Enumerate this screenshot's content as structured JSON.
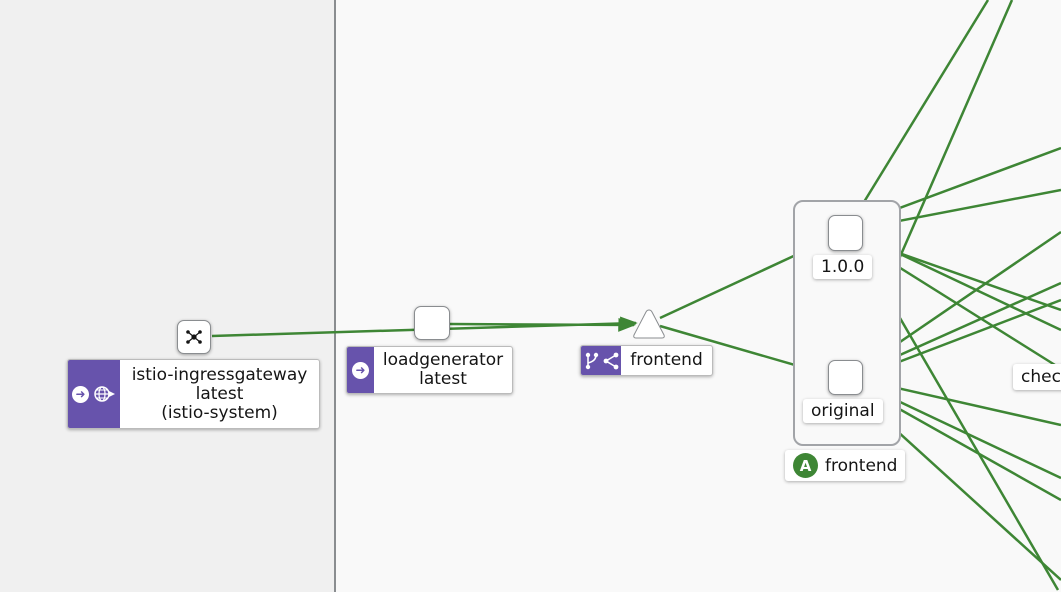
{
  "nodes": {
    "ingress": {
      "line1": "istio-ingressgateway",
      "line2": "latest",
      "line3": "(istio-system)"
    },
    "loadgen": {
      "line1": "loadgenerator",
      "line2": "latest"
    },
    "frontend_service": {
      "label": "frontend"
    },
    "version_1": {
      "label": "1.0.0"
    },
    "version_original": {
      "label": "original"
    },
    "app_group": {
      "badge": "A",
      "label": "frontend"
    },
    "checkout_partial": {
      "label": "chec"
    }
  },
  "icons": {
    "ingress": [
      "workload-arrow-icon",
      "globe-icon"
    ],
    "loadgen": [
      "workload-arrow-icon"
    ],
    "service": [
      "branch-icon",
      "share-icon"
    ],
    "unknown_source": "network-icon"
  },
  "colors": {
    "edge": "#3e8635",
    "badge": "#6753ac",
    "app_badge": "#3e8635",
    "left_panel": "#f0f0f0",
    "canvas": "#f9f9f9"
  }
}
